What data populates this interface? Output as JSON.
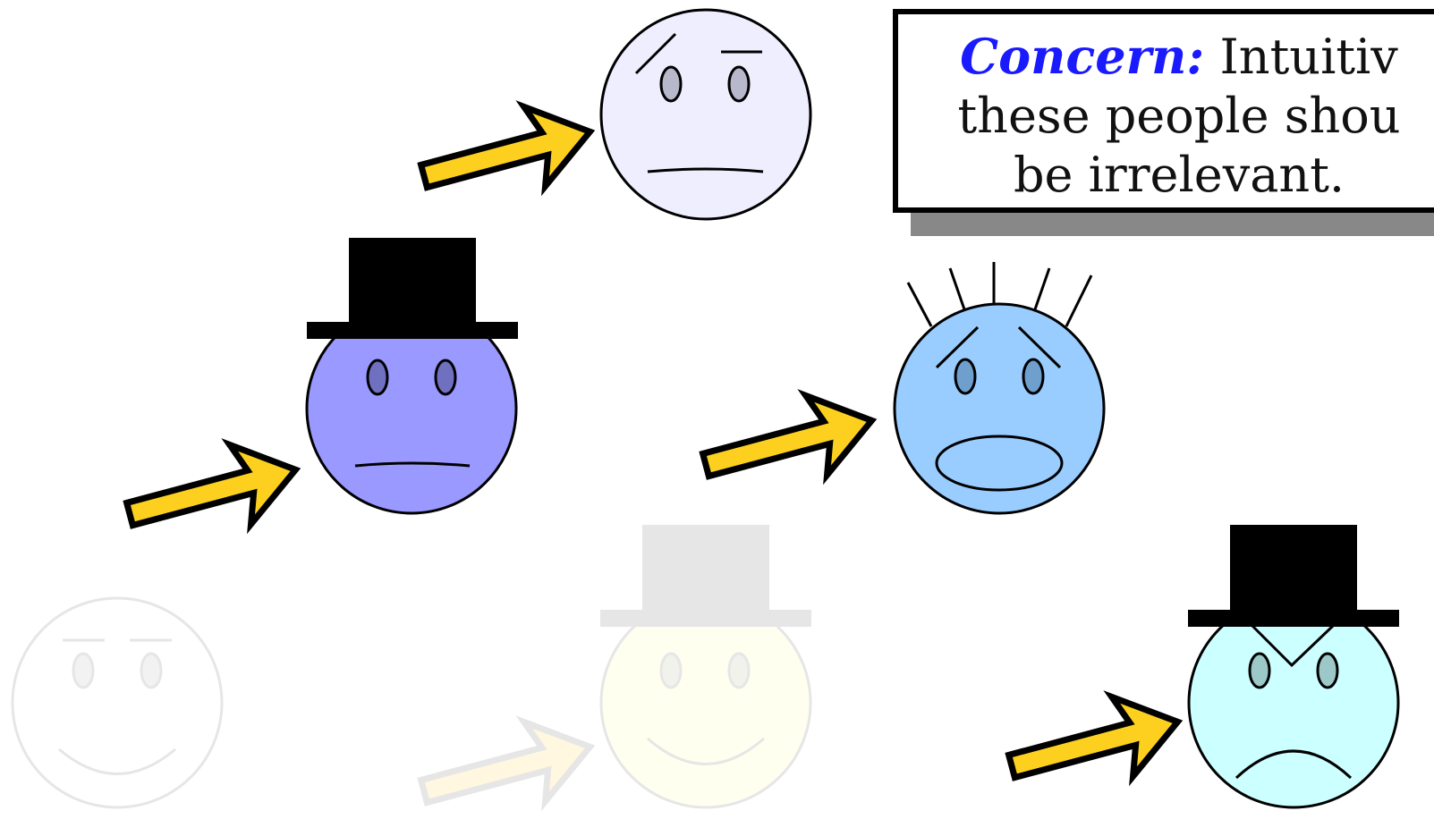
{
  "callout": {
    "keyword": "Concern:",
    "line1_rest": " Intuitiv",
    "line2": "these people shou",
    "line3": "be irrelevant."
  },
  "colors": {
    "arrow_fill": "#fdd020",
    "arrow_faded_fill": "#fff7e0",
    "keyword_blue": "#1a1aff",
    "face_top_center": "#eeeeff",
    "face_top_hat_left": "#9999ff",
    "face_scared": "#99ccff",
    "face_angry_hat": "#ccffff",
    "face_faded": "#ffffff",
    "face_faded_hat": "#fffff0",
    "shadow": "#888888"
  },
  "figures": [
    {
      "id": "face-neutral-raised-brow",
      "expression": "neutral",
      "hat": false,
      "faded": false
    },
    {
      "id": "face-top-hat-neutral",
      "expression": "neutral",
      "hat": true,
      "faded": false
    },
    {
      "id": "face-scared",
      "expression": "scared",
      "hat": false,
      "faded": false
    },
    {
      "id": "face-faded-smile",
      "expression": "smile",
      "hat": false,
      "faded": true
    },
    {
      "id": "face-faded-hat-smile",
      "expression": "smile",
      "hat": true,
      "faded": true
    },
    {
      "id": "face-top-hat-angry",
      "expression": "angry",
      "hat": true,
      "faded": false
    }
  ]
}
